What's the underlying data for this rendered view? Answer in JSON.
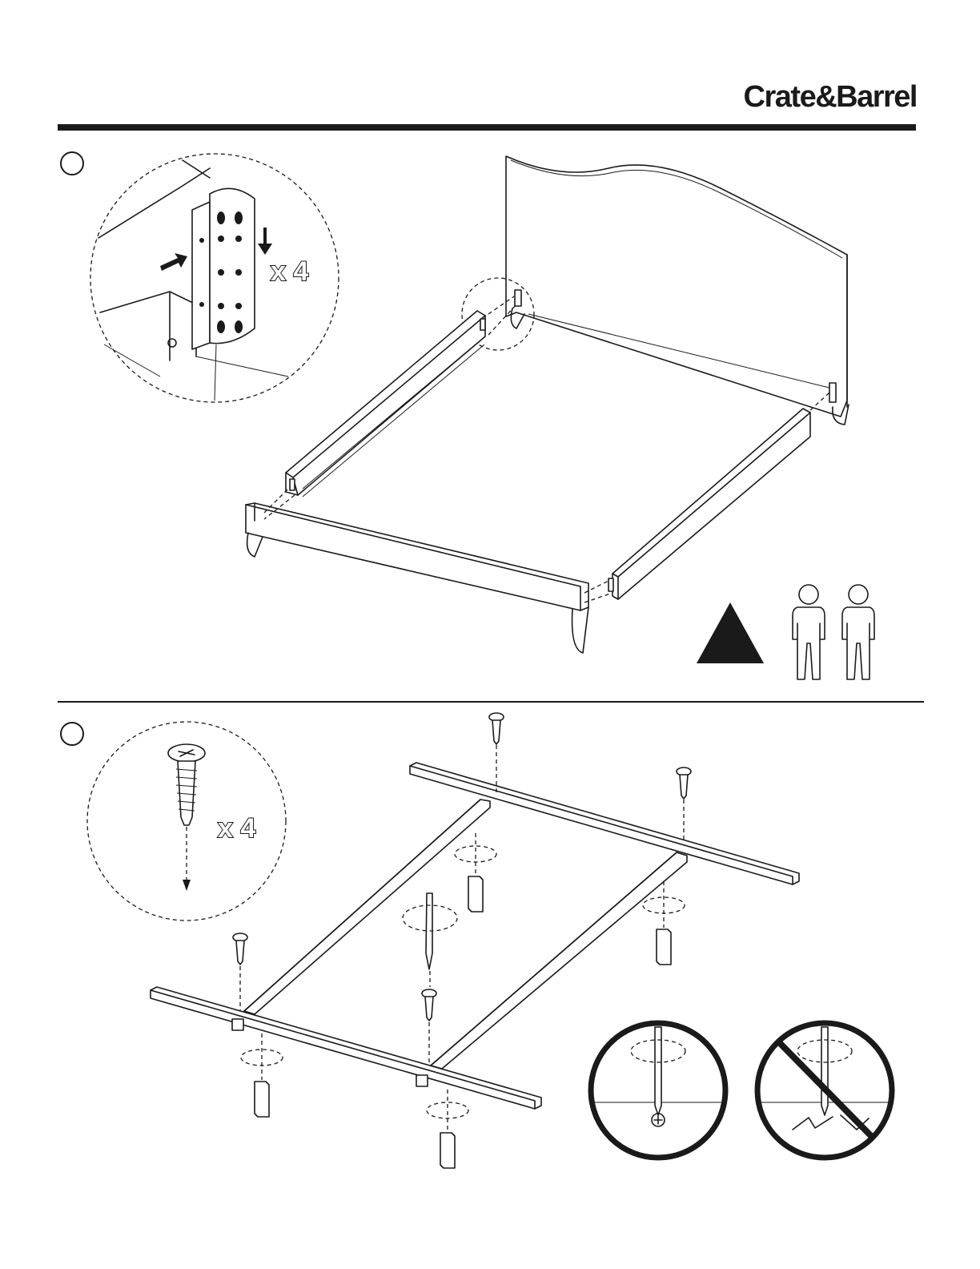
{
  "header": {
    "brand": "Crate&Barrel"
  },
  "step1": {
    "quantity": "x 4"
  },
  "step2": {
    "quantity": "x 4"
  },
  "colors": {
    "ink": "#1a1a1a",
    "paper": "#ffffff"
  },
  "icons": [
    "warning-triangle-icon",
    "two-person-icon",
    "correct-screwing-icon",
    "incorrect-screwing-icon"
  ]
}
